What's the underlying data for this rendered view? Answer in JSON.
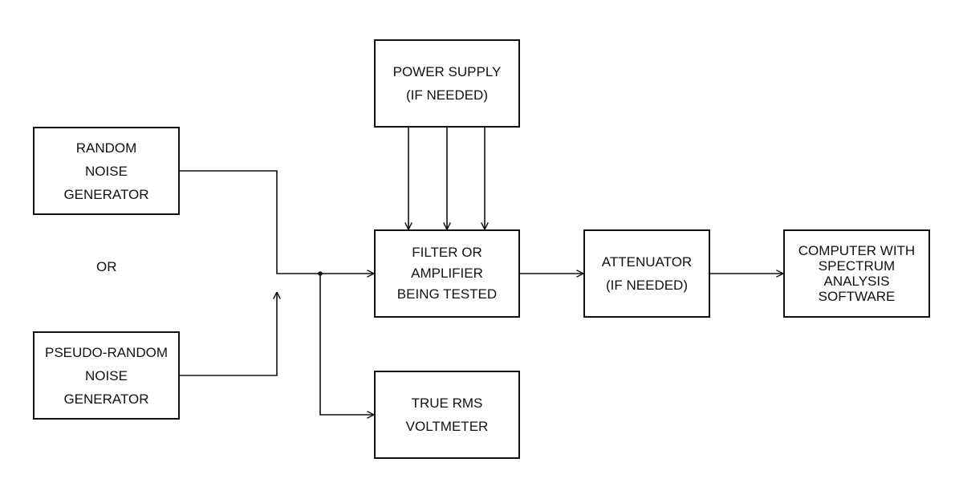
{
  "blocks": {
    "random_noise_generator": [
      "RANDOM",
      "NOISE",
      "GENERATOR"
    ],
    "or_label": "OR",
    "pseudo_random_noise_generator": [
      "PSEUDO-RANDOM",
      "NOISE",
      "GENERATOR"
    ],
    "power_supply": [
      "POWER SUPPLY",
      "(IF NEEDED)"
    ],
    "filter_or_amplifier": [
      "FILTER OR",
      "AMPLIFIER",
      "BEING TESTED"
    ],
    "attenuator": [
      "ATTENUATOR",
      "(IF NEEDED)"
    ],
    "computer": [
      "COMPUTER WITH",
      "SPECTRUM",
      "ANALYSIS",
      "SOFTWARE"
    ],
    "true_rms_voltmeter": [
      "TRUE RMS",
      "VOLTMETER"
    ]
  },
  "colors": {
    "line": "#111111",
    "background": "#ffffff"
  }
}
